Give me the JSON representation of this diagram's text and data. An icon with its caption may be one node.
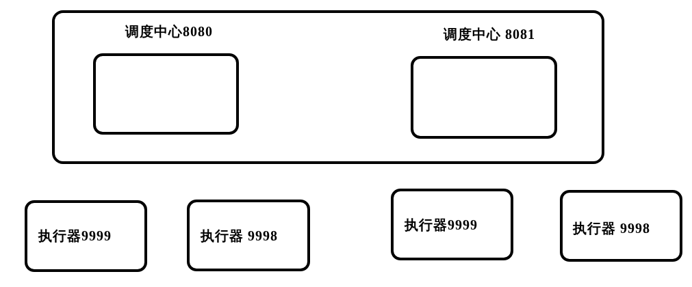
{
  "diagram": {
    "nodes": [
      {
        "text": [],
        "shape": "box"
      },
      {
        "text": [
          "调度中心8080"
        ],
        "in": 0
      },
      {
        "text": [
          "调度中心 8081"
        ],
        "in": 0
      },
      {
        "text": [
          "执行器9999"
        ]
      },
      {
        "text": [
          "执行器 9998"
        ]
      },
      {
        "text": [
          "执行器9999"
        ]
      },
      {
        "text": [
          "执行器 9998"
        ]
      }
    ]
  }
}
